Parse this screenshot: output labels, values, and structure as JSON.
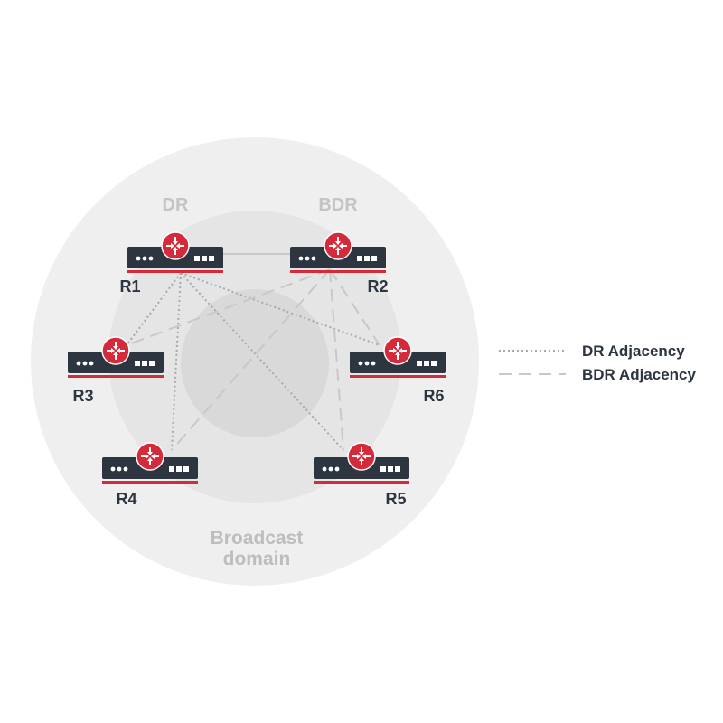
{
  "diagram": {
    "domain_label_lines": [
      "Broadcast",
      "domain"
    ],
    "roles": {
      "dr": "DR",
      "bdr": "BDR"
    },
    "routers": [
      {
        "id": "R1",
        "label": "R1"
      },
      {
        "id": "R2",
        "label": "R2"
      },
      {
        "id": "R3",
        "label": "R3"
      },
      {
        "id": "R4",
        "label": "R4"
      },
      {
        "id": "R5",
        "label": "R5"
      },
      {
        "id": "R6",
        "label": "R6"
      }
    ],
    "links": [
      {
        "from": "R1",
        "to": "R2",
        "kind": "dr-bdr"
      },
      {
        "from": "R1",
        "to": "R3",
        "kind": "dr"
      },
      {
        "from": "R1",
        "to": "R4",
        "kind": "dr"
      },
      {
        "from": "R1",
        "to": "R5",
        "kind": "dr"
      },
      {
        "from": "R1",
        "to": "R6",
        "kind": "dr"
      },
      {
        "from": "R2",
        "to": "R3",
        "kind": "bdr"
      },
      {
        "from": "R2",
        "to": "R4",
        "kind": "bdr"
      },
      {
        "from": "R2",
        "to": "R5",
        "kind": "bdr"
      },
      {
        "from": "R2",
        "to": "R6",
        "kind": "bdr"
      }
    ],
    "legend": [
      {
        "kind": "dr",
        "label": "DR Adjacency"
      },
      {
        "kind": "bdr",
        "label": "BDR Adjacency"
      }
    ],
    "colors": {
      "router_body": "#2c3540",
      "router_accent": "#d42a3a",
      "dr_line": "#a9a9a9",
      "bdr_line": "#c8c8c8",
      "outer_ring": "#efefef",
      "middle_ring": "#e4e4e4",
      "inner_ring": "#d8d8d8"
    }
  }
}
